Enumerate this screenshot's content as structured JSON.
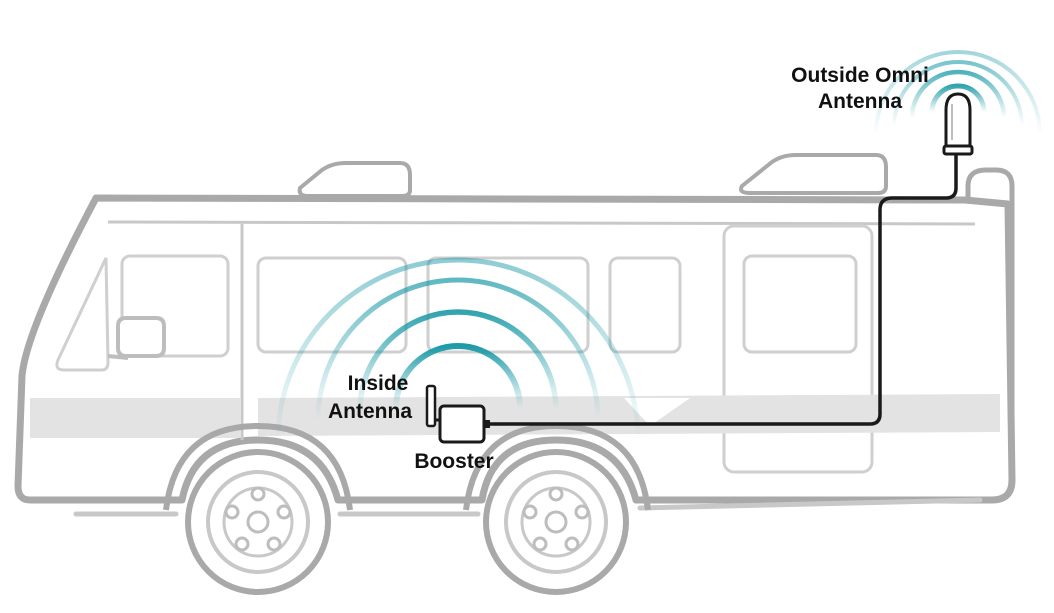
{
  "labels": {
    "outside_line1": "Outside Omni",
    "outside_line2": "Antenna",
    "inside_line1": "Inside",
    "inside_line2": "Antenna",
    "booster": "Booster"
  },
  "colors": {
    "vehicle_outline": "#a9a9a9",
    "vehicle_light": "#dcdcdc",
    "signal": "#1b9aa7",
    "cable": "#1a1a1a",
    "text": "#111111",
    "background": "#ffffff"
  },
  "icons": {
    "vehicle": "rv-motorhome-icon",
    "outside_antenna": "omni-antenna-icon",
    "inside_antenna": "panel-antenna-icon",
    "booster": "signal-booster-icon",
    "signal": "signal-wave-icon"
  }
}
